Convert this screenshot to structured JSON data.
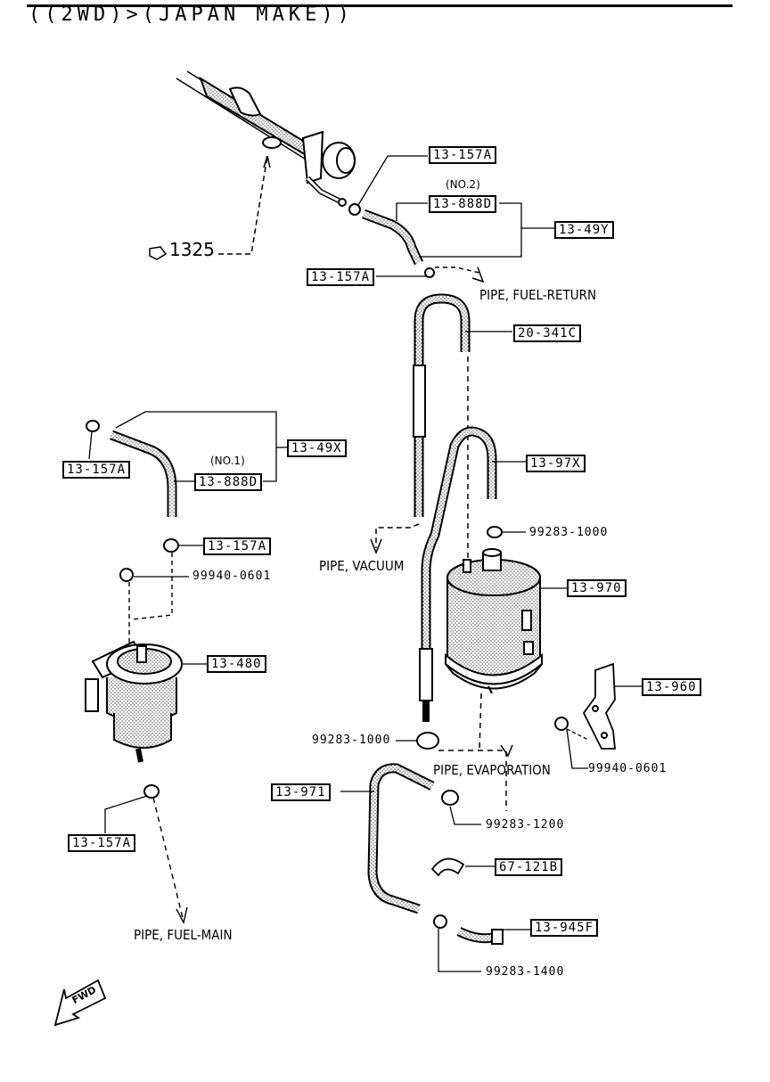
{
  "header": {
    "title": "((2WD)>(JAPAN MAKE))"
  },
  "ref": {
    "main": "1325"
  },
  "parts": {
    "p13_157A_a": "13-157A",
    "p13_888D_no2": "13-888D",
    "no2": "(NO.2)",
    "p13_49Y": "13-49Y",
    "p13_157A_b": "13-157A",
    "p20_341C": "20-341C",
    "p13_49X": "13-49X",
    "p13_157A_c": "13-157A",
    "no1": "(NO.1)",
    "p13_888D_no1": "13-888D",
    "p13_97X": "13-97X",
    "p13_157A_d": "13-157A",
    "n99283_1000_a": "99283-1000",
    "n99940_0601_a": "99940-0601",
    "p13_970": "13-970",
    "p13_480": "13-480",
    "p13_960": "13-960",
    "n99283_1000_b": "99283-1000",
    "n99940_0601_b": "99940-0601",
    "p13_971": "13-971",
    "n99283_1200": "99283-1200",
    "p13_157A_e": "13-157A",
    "p67_121B": "67-121B",
    "p13_945F": "13-945F",
    "n99283_1400": "99283-1400"
  },
  "labels": {
    "fuel_return": "PIPE, FUEL-RETURN",
    "vacuum": "PIPE, VACUUM",
    "evaporation": "PIPE, EVAPORATION",
    "fuel_main": "PIPE, FUEL-MAIN",
    "fwd": "FWD"
  }
}
